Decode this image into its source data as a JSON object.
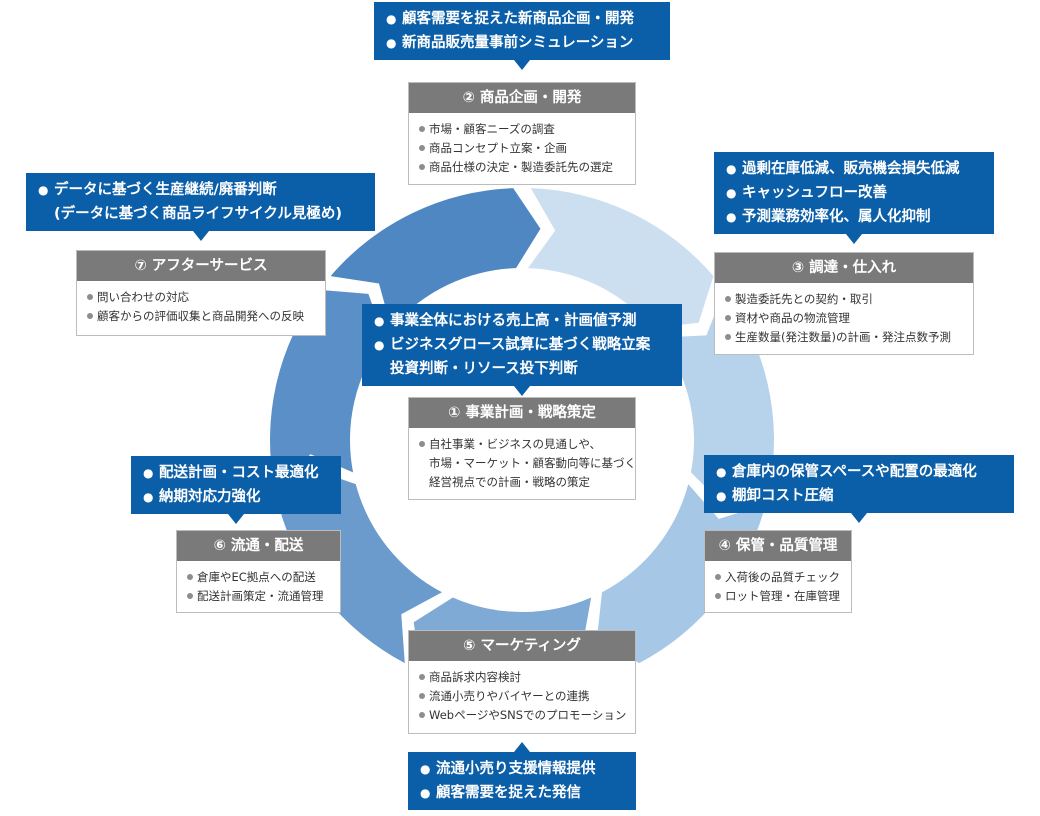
{
  "colors": {
    "accent": "#0b5ea8",
    "header_gray": "#7a7a7a",
    "ring_segments": [
      "#ccdff0",
      "#b7d3ec",
      "#a6c8e6",
      "#7faad6",
      "#6b9bcd",
      "#5a90c7",
      "#4e87c2"
    ]
  },
  "icon_names": [
    "bullet-dot-icon",
    "callout-pointer-icon",
    "cycle-arrow-icon"
  ],
  "center": {
    "callout": [
      "事業全体における売上高・計画値予測",
      "ビジネスグロース試算に基づく戦略立案",
      "投資判断・リソース投下判断"
    ],
    "title": "① 事業計画・戦略策定",
    "items": [
      "自社事業・ビジネスの見通しや、",
      "市場・マーケット・顧客動向等に基づく",
      "経営視点での計画・戦略の策定"
    ]
  },
  "plan": {
    "callout": [
      "顧客需要を捉えた新商品企画・開発",
      "新商品販売量事前シミュレーション"
    ],
    "title": "② 商品企画・開発",
    "items": [
      "市場・顧客ニーズの調査",
      "商品コンセプト立案・企画",
      "商品仕様の決定・製造委託先の選定"
    ]
  },
  "procure": {
    "callout": [
      "過剰在庫低減、販売機会損失低減",
      "キャッシュフロー改善",
      "予測業務効率化、属人化抑制"
    ],
    "title": "③ 調達・仕入れ",
    "items": [
      "製造委託先との契約・取引",
      "資材や商品の物流管理",
      "生産数量(発注数量)の計画・発注点数予測"
    ]
  },
  "storage": {
    "callout": [
      "倉庫内の保管スペースや配置の最適化",
      "棚卸コスト圧縮"
    ],
    "title": "④ 保管・品質管理",
    "items": [
      "入荷後の品質チェック",
      "ロット管理・在庫管理"
    ]
  },
  "marketing": {
    "callout": [
      "流通小売り支援情報提供",
      "顧客需要を捉えた発信"
    ],
    "title": "⑤ マーケティング",
    "items": [
      "商品訴求内容検討",
      "流通小売りやバイヤーとの連携",
      "WebページやSNSでのプロモーション"
    ]
  },
  "logistics": {
    "callout": [
      "配送計画・コスト最適化",
      "納期対応力強化"
    ],
    "title": "⑥ 流通・配送",
    "items": [
      "倉庫やEC拠点への配送",
      "配送計画策定・流通管理"
    ]
  },
  "aftersales": {
    "callout": [
      "データに基づく生産継続/廃番判断",
      "(データに基づく商品ライフサイクル見極め)"
    ],
    "title": "⑦ アフターサービス",
    "items": [
      "問い合わせの対応",
      "顧客からの評価収集と商品開発への反映"
    ]
  }
}
